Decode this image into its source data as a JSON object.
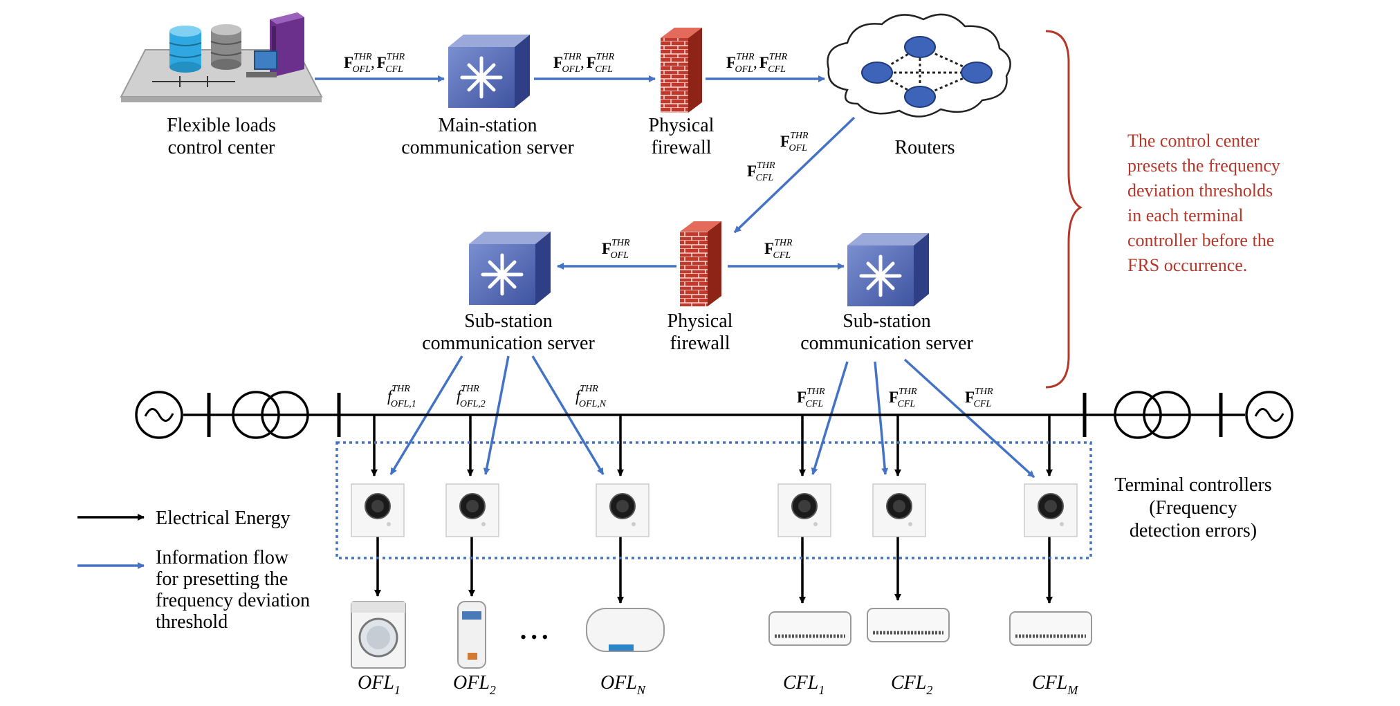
{
  "nodes": {
    "control_center": {
      "line1": "Flexible loads",
      "line2": "control center"
    },
    "main_server": {
      "line1": "Main-station",
      "line2": "communication server"
    },
    "firewall_top": {
      "line1": "Physical",
      "line2": "firewall"
    },
    "routers": {
      "label": "Routers"
    },
    "firewall_mid": {
      "line1": "Physical",
      "line2": "firewall"
    },
    "sub_server_left": {
      "line1": "Sub-station",
      "line2": "communication server"
    },
    "sub_server_right": {
      "line1": "Sub-station",
      "line2": "communication server"
    }
  },
  "symbols": {
    "F": "F",
    "f": "f",
    "thr": "THR",
    "ofl": "OFL",
    "cfl": "CFL",
    "comma": ",",
    "ofl1": "OFL,1",
    "ofl2": "OFL,2",
    "ofln": "OFL,N"
  },
  "annotation": {
    "lines": [
      "The control center",
      "presets the frequency",
      "deviation thresholds",
      "in each terminal",
      "controller before the",
      "FRS occurrence."
    ],
    "color": "#b5372a"
  },
  "terminal_label": {
    "lines": [
      "Terminal controllers",
      "(Frequency",
      "detection errors)"
    ]
  },
  "legend": {
    "electrical": "Electrical Energy",
    "information": [
      "Information flow",
      "for presetting the",
      "frequency deviation",
      "threshold"
    ]
  },
  "devices": {
    "ofl": [
      {
        "name": "OFL",
        "sub": "1"
      },
      {
        "name": "OFL",
        "sub": "2"
      },
      {
        "name": "OFL",
        "sub": "N"
      }
    ],
    "cfl": [
      {
        "name": "CFL",
        "sub": "1"
      },
      {
        "name": "CFL",
        "sub": "2"
      },
      {
        "name": "CFL",
        "sub": "M"
      }
    ],
    "ellipsis": "• • •"
  },
  "colors": {
    "info_flow": "#4472c4",
    "electrical": "#000000",
    "firewall": "#c0392b",
    "server": "#5a6fb5"
  }
}
